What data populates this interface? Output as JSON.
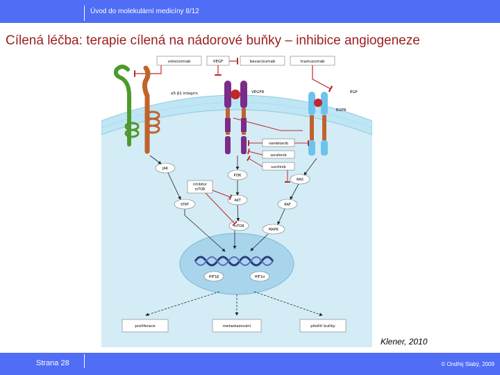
{
  "header": {
    "course": "Úvod do molekulární medicíny 8/12"
  },
  "title": "Cílená léčba: terapie cílená na nádorové buňky – inhibice angiogeneze",
  "figure": {
    "drugs": {
      "volociximab": "volociximab",
      "bevacizumab": "bevacizumab",
      "trastuzumab": "trastuzumab"
    },
    "ligands": {
      "vegf": "VEGF",
      "egf": "EGF"
    },
    "receptors": {
      "integrin": "α5 β1 integrin",
      "vegfr": "VEGFR",
      "egfr": "EGFR"
    },
    "tki": [
      "vandetanib",
      "sorafenib",
      "sunitinib"
    ],
    "nodes": {
      "jak": "JAK",
      "pi3k": "PI3K",
      "ras": "RAS",
      "mtor_inhibitor_line1": "inhibitor",
      "mtor_inhibitor_line2": "mTOR",
      "stat": "STAT",
      "akt": "AKT",
      "raf": "RAF",
      "mtor": "mTOR",
      "mapk": "MAPK",
      "hif1b": "HIF1β",
      "hif1a": "HIF1α"
    },
    "outcomes": [
      "proliferace",
      "metastazování",
      "přežití buňky"
    ],
    "colors": {
      "cytoplasm": "#d4ecf6",
      "membrane": "#bfe6f4",
      "inhibitor": "#c0272d",
      "vegfr": "#7b2b8a",
      "egfr": "#6dc3ec",
      "integrin": "#c0632b",
      "integrin_b": "#4c9a2a"
    }
  },
  "credit": "Klener, 2010",
  "footer": {
    "page": "Strana 28",
    "copyright": "© Ondřej Slabý, 2009"
  }
}
